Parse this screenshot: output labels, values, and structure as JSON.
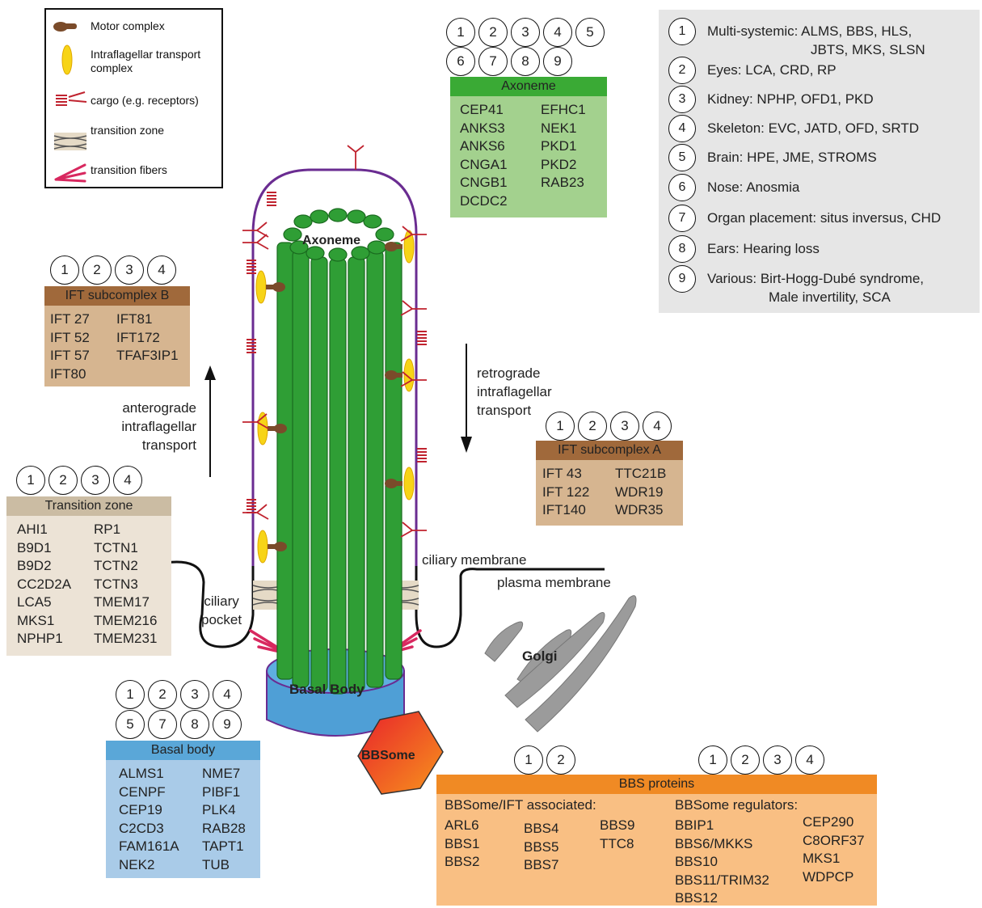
{
  "legend": {
    "items": [
      {
        "icon": "motor-complex-icon",
        "label": "Motor complex"
      },
      {
        "icon": "ift-complex-icon",
        "label": "Intraflagellar transport complex"
      },
      {
        "icon": "cargo-icon",
        "label": "cargo (e.g. receptors)"
      },
      {
        "icon": "transition-zone-icon",
        "label": "transition zone"
      },
      {
        "icon": "transition-fibers-icon",
        "label": "transition fibers"
      }
    ]
  },
  "key": [
    {
      "num": "1",
      "text": "Multi-systemic: ALMS, BBS, HLS,",
      "text2": "JBTS, MKS, SLSN"
    },
    {
      "num": "2",
      "text": "Eyes: LCA, CRD, RP"
    },
    {
      "num": "3",
      "text": "Kidney: NPHP, OFD1, PKD"
    },
    {
      "num": "4",
      "text": "Skeleton: EVC, JATD, OFD, SRTD"
    },
    {
      "num": "5",
      "text": "Brain: HPE, JME, STROMS"
    },
    {
      "num": "6",
      "text": "Nose: Anosmia"
    },
    {
      "num": "7",
      "text": "Organ placement: situs inversus, CHD"
    },
    {
      "num": "8",
      "text": "Ears: Hearing loss"
    },
    {
      "num": "9",
      "text": "Various: Birt-Hogg-Dubé syndrome,",
      "text2": "Male invertility, SCA"
    }
  ],
  "axoneme_box": {
    "title": "Axoneme",
    "circles": [
      "1",
      "2",
      "3",
      "4",
      "5",
      "6",
      "7",
      "8",
      "9"
    ],
    "col1": [
      "CEP41",
      "ANKS3",
      "ANKS6",
      "CNGA1",
      "CNGB1",
      "DCDC2"
    ],
    "col2": [
      "EFHC1",
      "NEK1",
      "PKD1",
      "PKD2",
      "RAB23"
    ],
    "colors": {
      "head": "#3aaa35",
      "body": "#a3d18e"
    }
  },
  "ift_b": {
    "title": "IFT subcomplex B",
    "circles": [
      "1",
      "2",
      "3",
      "4"
    ],
    "col1": [
      "IFT 27",
      "IFT 52",
      "IFT 57",
      "IFT80"
    ],
    "col2": [
      "IFT81",
      "IFT172",
      "TFAF3IP1"
    ],
    "colors": {
      "head": "#a0693b",
      "body": "#d6b590"
    }
  },
  "ift_a": {
    "title": "IFT subcomplex A",
    "circles": [
      "1",
      "2",
      "3",
      "4"
    ],
    "col1": [
      "IFT 43",
      "IFT 122",
      "IFT140"
    ],
    "col2": [
      "TTC21B",
      "WDR19",
      "WDR35"
    ],
    "colors": {
      "head": "#a0693b",
      "body": "#d6b590"
    }
  },
  "transition_zone": {
    "title": "Transition zone",
    "circles": [
      "1",
      "2",
      "3",
      "4"
    ],
    "col1": [
      "AHI1",
      "B9D1",
      "B9D2",
      "CC2D2A",
      "LCA5",
      "MKS1",
      "NPHP1"
    ],
    "col2": [
      "RP1",
      "TCTN1",
      "TCTN2",
      "TCTN3",
      "TMEM17",
      "TMEM216",
      "TMEM231"
    ],
    "colors": {
      "head": "#cbbca3",
      "body": "#ece3d6"
    }
  },
  "basal_body_box": {
    "title": "Basal body",
    "circles_row1": [
      "1",
      "2",
      "3",
      "4"
    ],
    "circles_row2": [
      "5",
      "7",
      "8",
      "9"
    ],
    "col1": [
      "ALMS1",
      "CENPF",
      "CEP19",
      "C2CD3",
      "FAM161A",
      "NEK2"
    ],
    "col2": [
      "NME7",
      "PIBF1",
      "PLK4",
      "RAB28",
      "TAPT1",
      "TUB"
    ],
    "colors": {
      "head": "#5aa7d8",
      "body": "#a9cbe8"
    }
  },
  "bbs": {
    "title": "BBS proteins",
    "circles_left": [
      "1",
      "2"
    ],
    "circles_right": [
      "1",
      "2",
      "3",
      "4"
    ],
    "left_heading": "BBSome/IFT associated:",
    "right_heading": "BBSome regulators:",
    "left_col1": [
      "ARL6",
      "BBS1",
      "BBS2"
    ],
    "left_col2": [
      "BBS4",
      "BBS5",
      "BBS7"
    ],
    "left_col3": [
      "BBS9",
      "TTC8"
    ],
    "right_col1": [
      "BBIP1",
      "BBS6/MKKS",
      "BBS10",
      "BBS11/TRIM32",
      "BBS12"
    ],
    "right_col2": [
      "CEP290",
      "C8ORF37",
      "MKS1",
      "WDPCP"
    ],
    "colors": {
      "head": "#f08a24",
      "body": "#f9bf83"
    }
  },
  "diagram": {
    "axoneme_label": "Axoneme",
    "basal_body_label": "Basal Body",
    "bbsome_label": "BBSome",
    "golgi_label": "Golgi",
    "anterograde": [
      "anterograde",
      "intraflagellar",
      "transport"
    ],
    "retrograde": [
      "retrograde",
      "intraflagellar",
      "transport"
    ],
    "ciliary_membrane": "ciliary membrane",
    "plasma_membrane": "plasma membrane",
    "ciliary_pocket": [
      "ciliary",
      "pocket"
    ],
    "colors": {
      "microtubule": "#2f9e35",
      "microtubule_dark": "#1a6b1f",
      "membrane": "#6a2c91",
      "basal_body": "#4f9fd6",
      "ift": "#f7d417",
      "motor": "#7a4b2a",
      "cargo": "#c0232f",
      "fiber": "#d8285f",
      "golgi": "#9b9b9b",
      "bbsome_start": "#e8222b",
      "bbsome_end": "#f7941d"
    }
  }
}
